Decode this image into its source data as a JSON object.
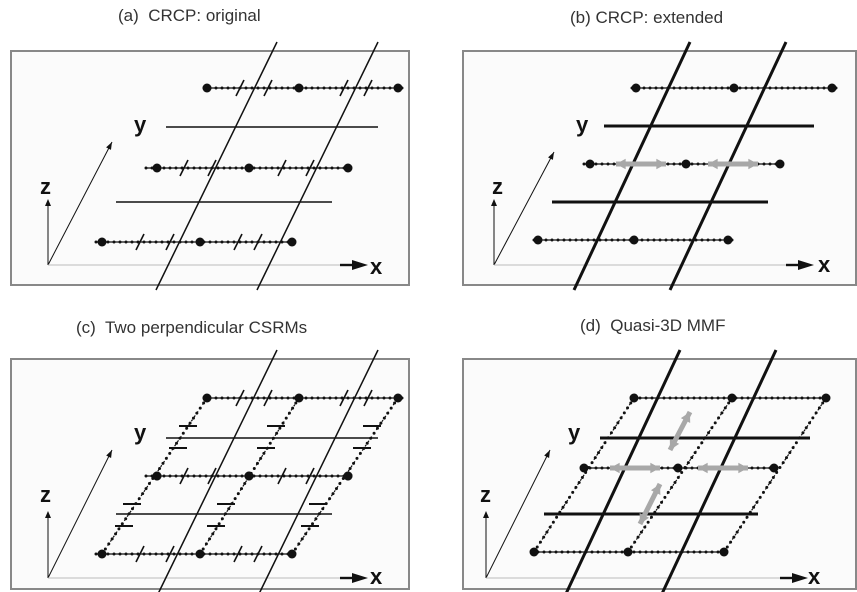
{
  "panels": [
    {
      "id": "a",
      "title": "(a)  CRCP: original"
    },
    {
      "id": "b",
      "title": "(b) CRCP: extended"
    },
    {
      "id": "c",
      "title": "(c)  Two perpendicular CSRMs"
    },
    {
      "id": "d",
      "title": "(d)  Quasi-3D MMF"
    }
  ],
  "axes": {
    "x": "x",
    "y": "y",
    "z": "z"
  },
  "colors": {
    "line": "#111111",
    "arrow": "#a8a8a8",
    "border": "#888888"
  }
}
